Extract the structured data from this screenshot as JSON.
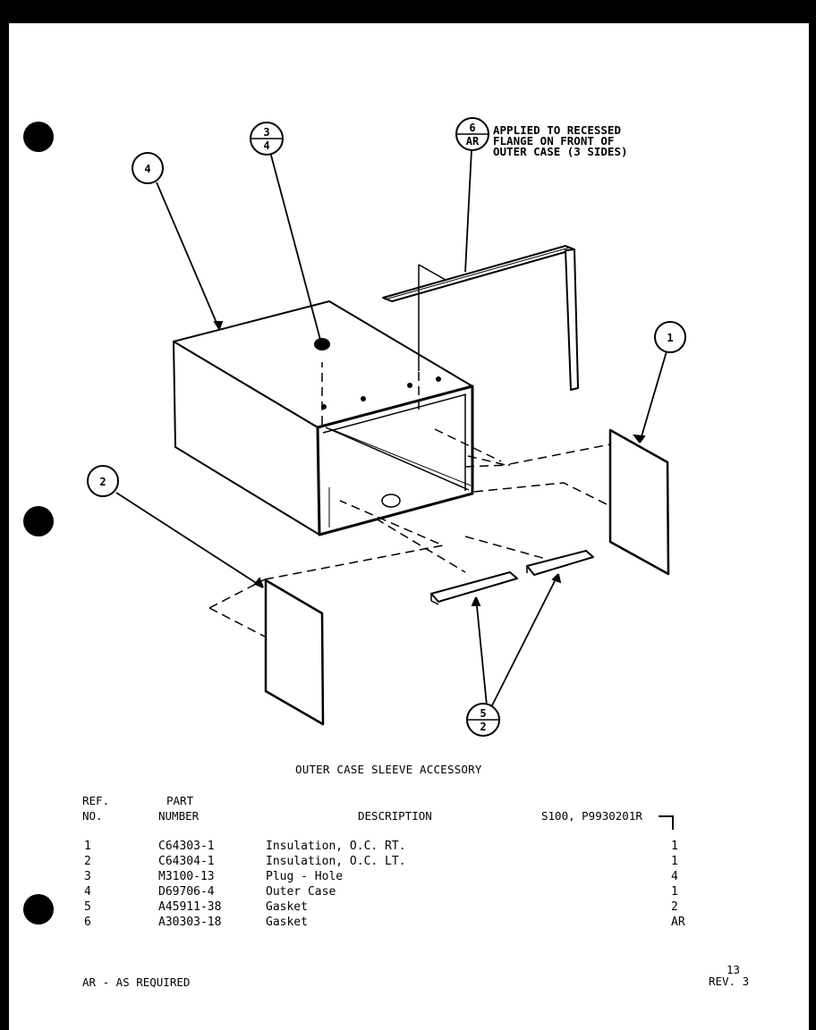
{
  "diagram": {
    "callout_note": [
      "APPLIED TO RECESSED",
      "FLANGE ON FRONT OF",
      "OUTER CASE (3 SIDES)"
    ],
    "bubbles": {
      "b4": "4",
      "b34_top": "3",
      "b34_bottom": "4",
      "b6ar_top": "6",
      "b6ar_bottom": "AR",
      "b1": "1",
      "b2": "2",
      "b52_top": "5",
      "b52_bottom": "2"
    }
  },
  "caption": "OUTER CASE SLEEVE ACCESSORY",
  "table": {
    "headers": {
      "ref_line1": "REF.",
      "ref_line2": "NO.",
      "part_line1": "PART",
      "part_line2": "NUMBER",
      "description": "DESCRIPTION",
      "model": "S100, P9930201R"
    },
    "rows": [
      {
        "ref": "1",
        "part": "C64303-1",
        "desc": "Insulation, O.C. RT.",
        "qty": "1"
      },
      {
        "ref": "2",
        "part": "C64304-1",
        "desc": "Insulation, O.C. LT.",
        "qty": "1"
      },
      {
        "ref": "3",
        "part": "M3100-13",
        "desc": "Plug - Hole",
        "qty": "4"
      },
      {
        "ref": "4",
        "part": "D69706-4",
        "desc": "Outer Case",
        "qty": "1"
      },
      {
        "ref": "5",
        "part": "A45911-38",
        "desc": "Gasket",
        "qty": "2"
      },
      {
        "ref": "6",
        "part": "A30303-18",
        "desc": "Gasket",
        "qty": "AR"
      }
    ]
  },
  "footer": {
    "legend": "AR - AS REQUIRED",
    "page_number": "13",
    "revision": "REV. 3"
  }
}
